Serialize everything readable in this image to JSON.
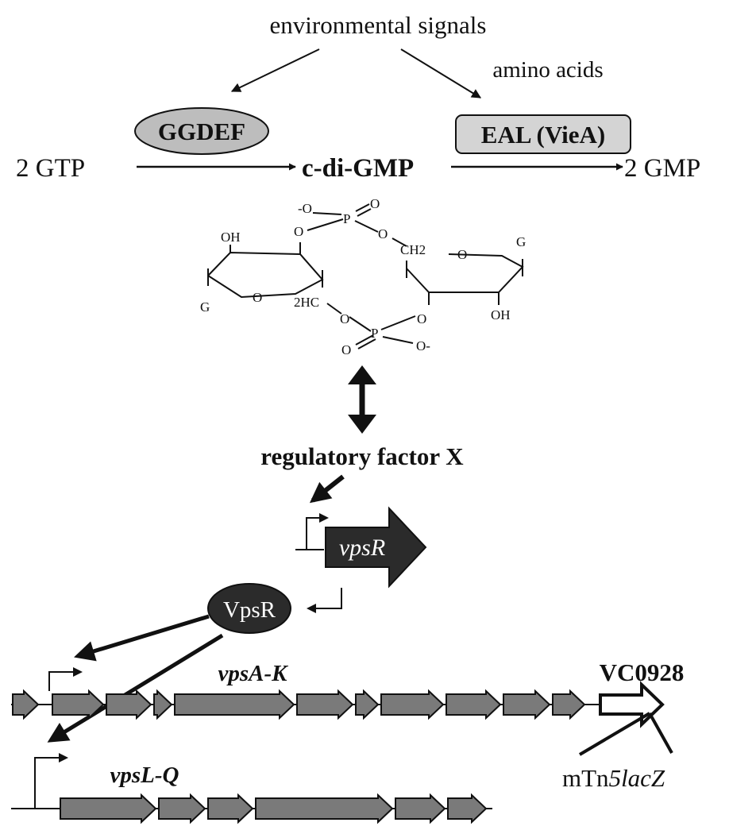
{
  "signals": {
    "environmental": "environmental signals",
    "amino_acids": "amino acids"
  },
  "reaction": {
    "substrate": "2 GTP",
    "product": "c-di-GMP",
    "degradation_product": "2 GMP",
    "synthase_enzyme": "GGDEF",
    "phosphodiesterase_enzyme": "EAL (VieA)"
  },
  "structure": {
    "phosphate_top_o_minus": "-O",
    "phosphate_top_o_double": "O",
    "phosphate_top_o_left": "O",
    "phosphate_top_p": "P",
    "phosphate_top_o_right": "O",
    "ch2_top": "CH2",
    "ring_left_oh": "OH",
    "ring_left_g": "G",
    "ring_left_o": "O",
    "ch2_bottom": "2HC",
    "phosphate_bottom_o_left": "O",
    "phosphate_bottom_p": "P",
    "phosphate_bottom_o_right": "O",
    "phosphate_bottom_o_double": "O",
    "phosphate_bottom_o_minus": "O-",
    "ring_right_o": "O",
    "ring_right_g": "G",
    "ring_right_oh": "OH"
  },
  "regulator": {
    "factor": "regulatory factor X",
    "gene": "vpsR",
    "protein": "VpsR"
  },
  "operons": {
    "vpsA_K": "vpsA-K",
    "vpsL_Q": "vpsL-Q",
    "vc0928": "VC0928",
    "transposon_prefix": "mTn",
    "transposon_suffix": "5lacZ"
  }
}
